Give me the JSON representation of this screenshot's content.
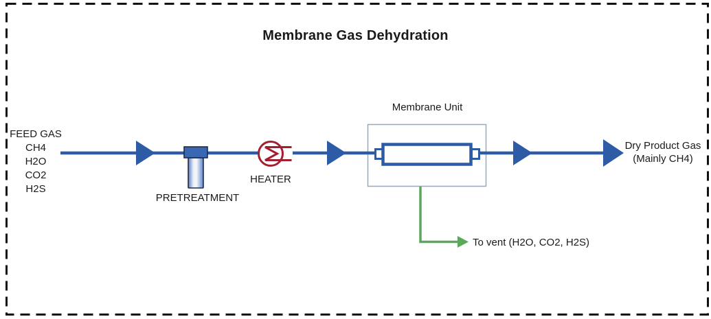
{
  "diagram": {
    "title": "Membrane Gas Dehydration",
    "feed": {
      "label": "FEED GAS",
      "components": [
        "CH4",
        "H2O",
        "CO2",
        "H2S"
      ]
    },
    "equipment": {
      "pretreatment_label": "PRETREATMENT",
      "heater_label": "HEATER",
      "membrane_label": "Membrane Unit"
    },
    "outputs": {
      "product_line1": "Dry Product Gas",
      "product_line2": "(Mainly CH4)",
      "vent_label": "To vent (H2O, CO2, H2S)"
    },
    "colors": {
      "pipe_blue": "#2d5ba6",
      "heater_red": "#a51e30",
      "vent_green": "#5ba75d",
      "membrane_box_border": "#8fa9c9",
      "pretreat_cap_blue": "#3a67b2",
      "vessel_outline": "#1c2b4a",
      "frame_black": "#111111"
    }
  }
}
